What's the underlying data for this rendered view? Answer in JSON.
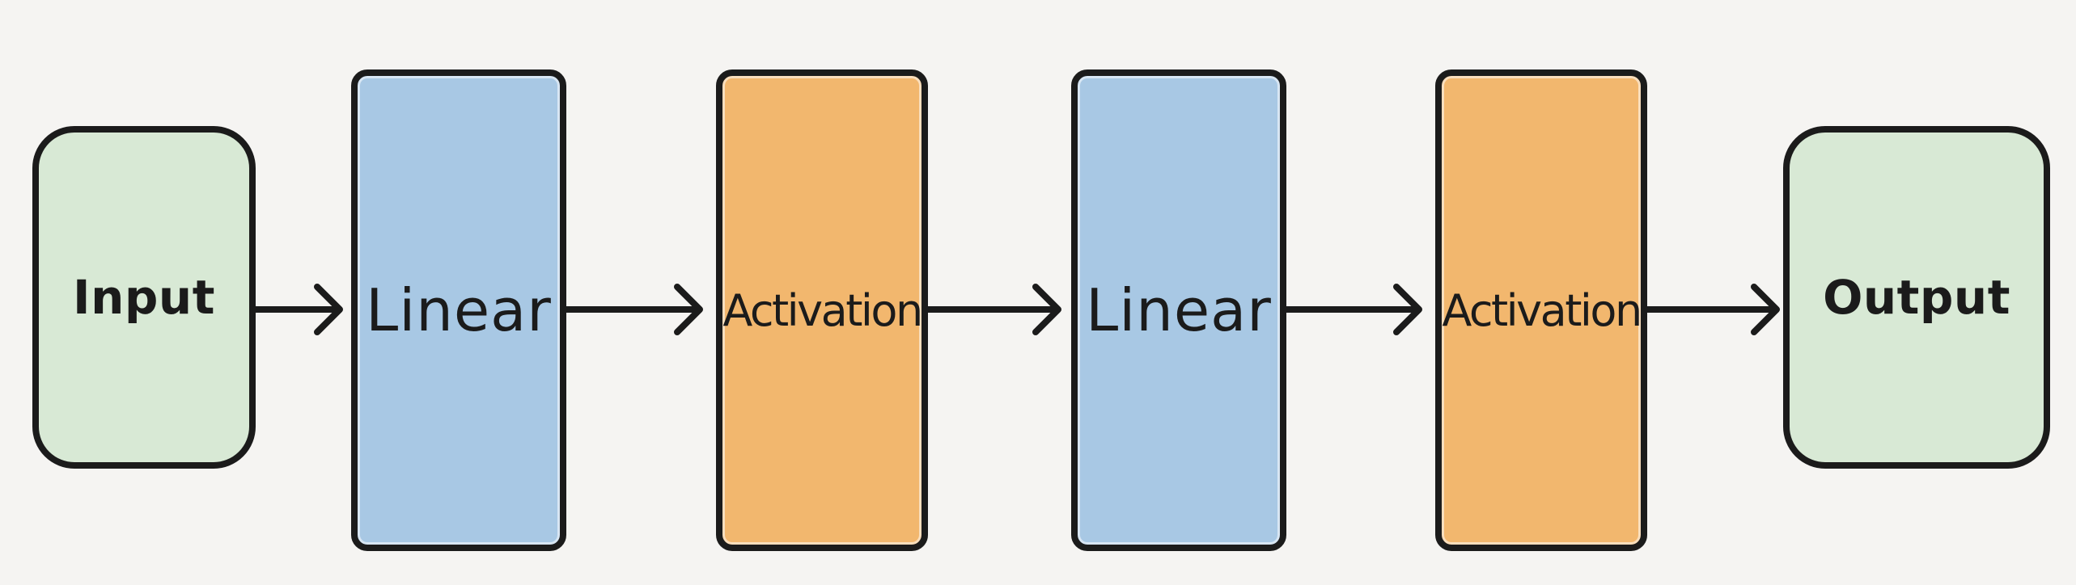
{
  "nodes": [
    {
      "id": "input",
      "label": "Input",
      "kind": "io",
      "fill": "#d8e9d5"
    },
    {
      "id": "linear-1",
      "label": "Linear",
      "kind": "linear",
      "fill": "#a8c8e4"
    },
    {
      "id": "activation-1",
      "label": "Activation",
      "kind": "activation",
      "fill": "#f2b76e"
    },
    {
      "id": "linear-2",
      "label": "Linear",
      "kind": "linear",
      "fill": "#a8c8e4"
    },
    {
      "id": "activation-2",
      "label": "Activation",
      "kind": "activation",
      "fill": "#f2b76e"
    },
    {
      "id": "output",
      "label": "Output",
      "kind": "io",
      "fill": "#d8e9d5"
    }
  ],
  "edges": [
    {
      "from": "input",
      "to": "linear-1"
    },
    {
      "from": "linear-1",
      "to": "activation-1"
    },
    {
      "from": "activation-1",
      "to": "linear-2"
    },
    {
      "from": "linear-2",
      "to": "activation-2"
    },
    {
      "from": "activation-2",
      "to": "output"
    }
  ],
  "colors": {
    "background": "#f5f4f2",
    "stroke": "#1b1b1b",
    "io_fill": "#d8e9d5",
    "linear_fill": "#a8c8e4",
    "activation_fill": "#f2b76e"
  }
}
